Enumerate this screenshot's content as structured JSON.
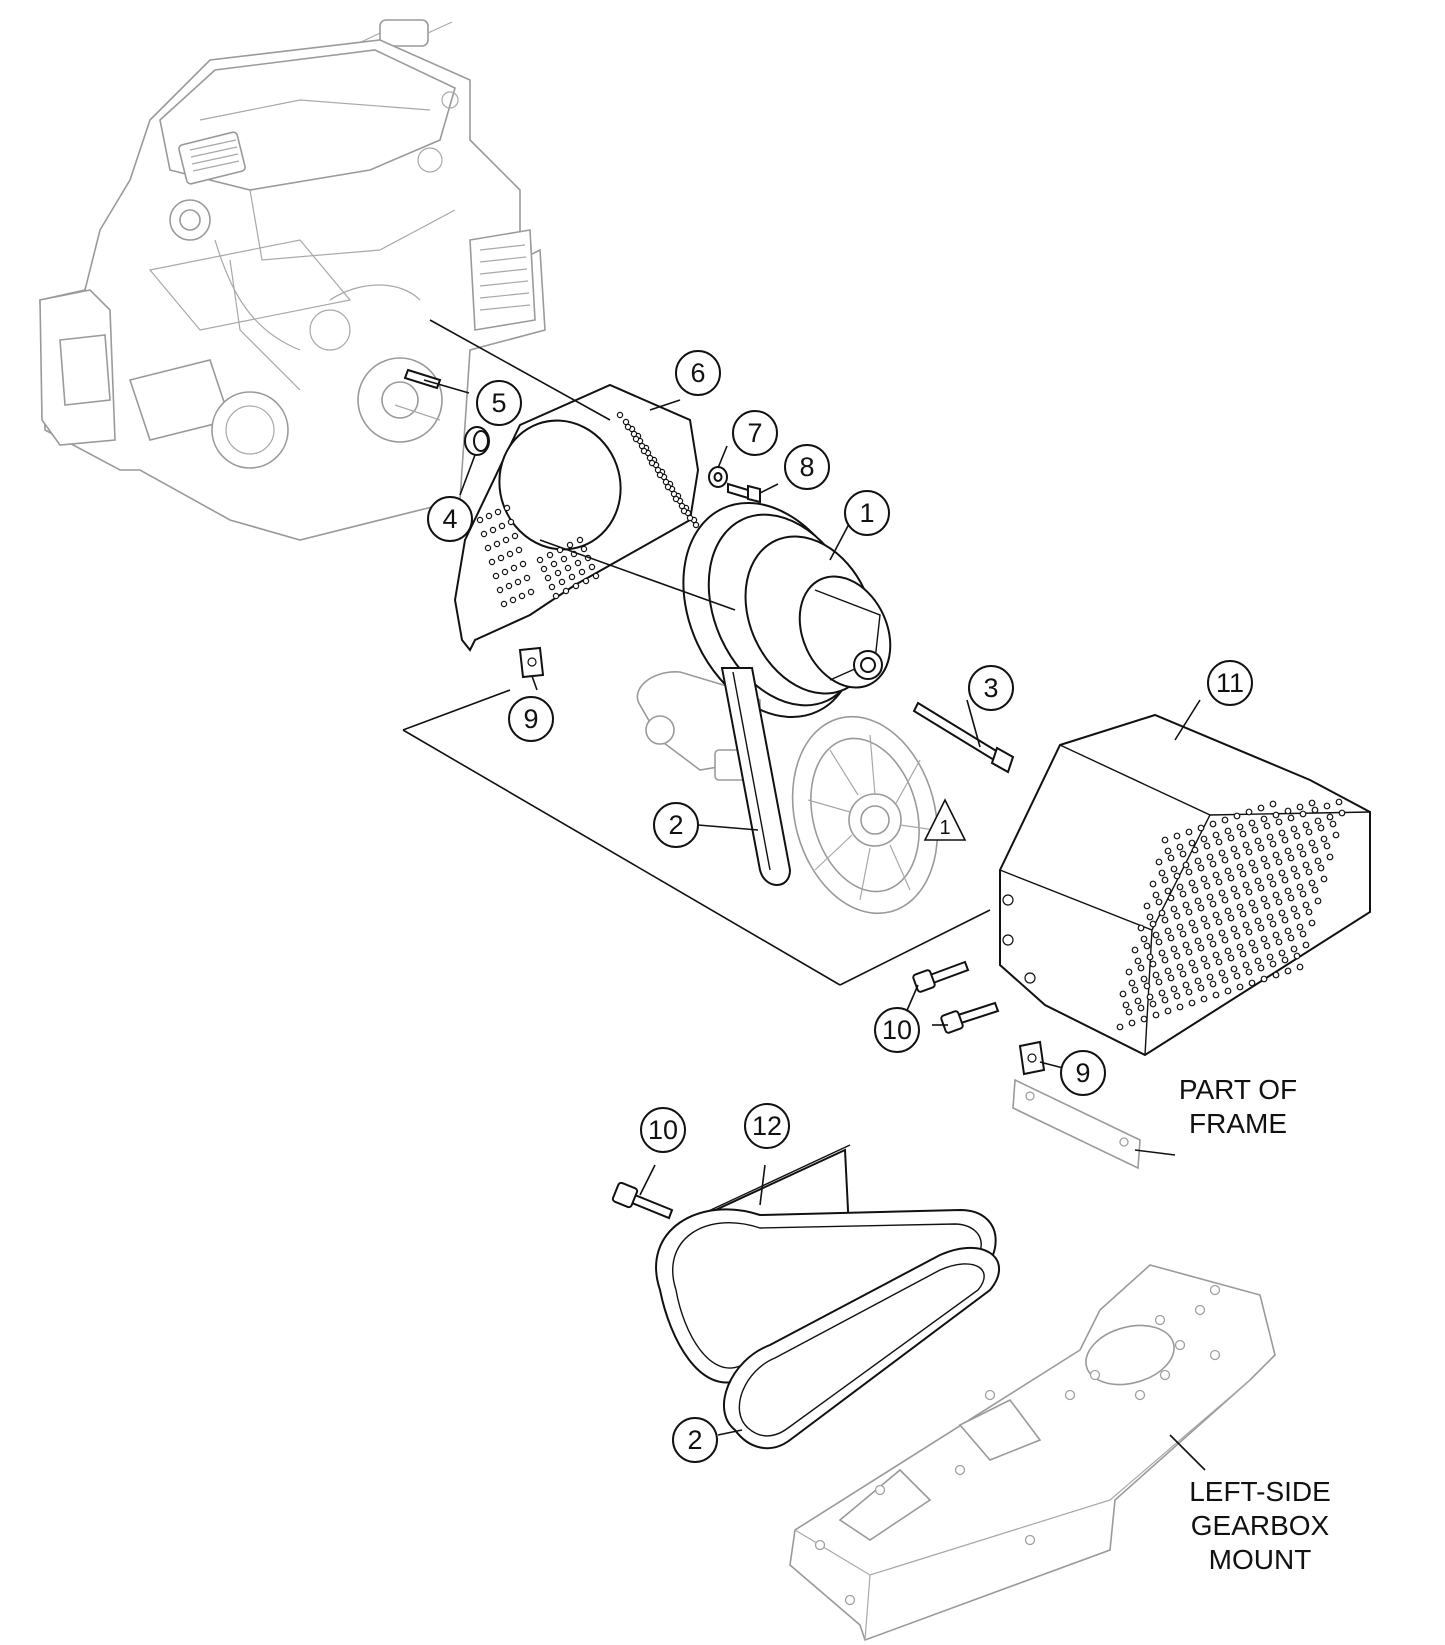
{
  "callouts": [
    {
      "id": "c1",
      "label": "1"
    },
    {
      "id": "c2a",
      "label": "2"
    },
    {
      "id": "c2b",
      "label": "2"
    },
    {
      "id": "c3",
      "label": "3"
    },
    {
      "id": "c4",
      "label": "4"
    },
    {
      "id": "c5",
      "label": "5"
    },
    {
      "id": "c6",
      "label": "6"
    },
    {
      "id": "c7",
      "label": "7"
    },
    {
      "id": "c8",
      "label": "8"
    },
    {
      "id": "c9a",
      "label": "9"
    },
    {
      "id": "c9b",
      "label": "9"
    },
    {
      "id": "c10a",
      "label": "10"
    },
    {
      "id": "c10b",
      "label": "10"
    },
    {
      "id": "c11",
      "label": "11"
    },
    {
      "id": "c12",
      "label": "12"
    }
  ],
  "warning_note": {
    "label": "1"
  },
  "notes": {
    "part_of_frame": "PART OF\nFRAME",
    "gearbox_mount": "LEFT-SIDE\nGEARBOX\nMOUNT"
  },
  "colors": {
    "line": "#111111",
    "ghost": "#9a9a9a",
    "background": "#ffffff"
  }
}
